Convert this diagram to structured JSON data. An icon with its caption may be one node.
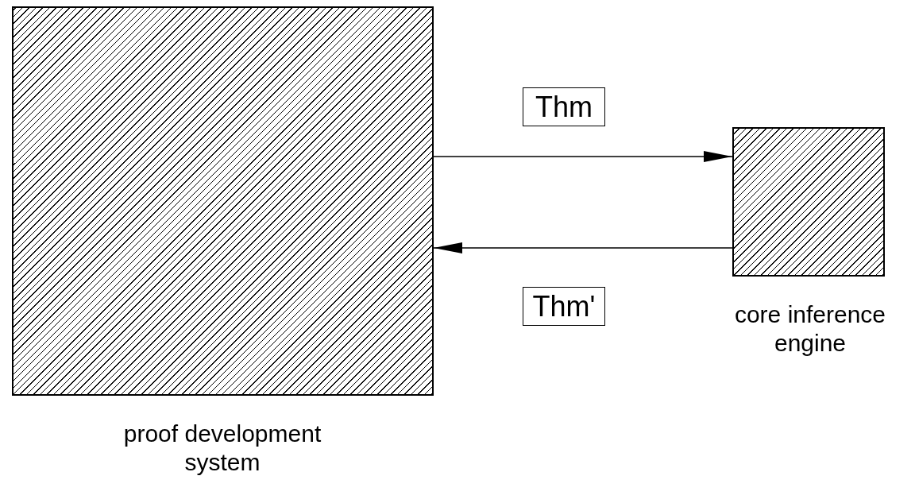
{
  "diagram": {
    "nodes": [
      {
        "text": [],
        "shape": "box",
        "beside": [
          "proof development system"
        ]
      },
      {
        "text": [],
        "shape": "box",
        "beside": [
          "core inference engine"
        ]
      }
    ],
    "edges": [
      {
        "from": 0,
        "to": 1,
        "arrow": "to",
        "label": "Thm"
      },
      {
        "from": 1,
        "to": 0,
        "arrow": "to",
        "label": "Thm'"
      }
    ]
  }
}
